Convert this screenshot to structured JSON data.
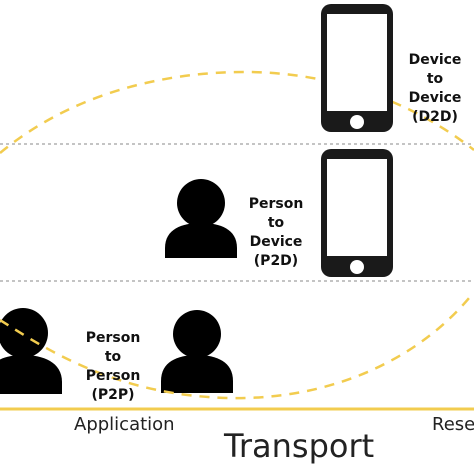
{
  "colors": {
    "accent": "#f2cc4f",
    "divider": "#8a8a8a",
    "figure": "#000000",
    "phone_frame": "#1a1a1a",
    "text": "#111111"
  },
  "icons": {
    "phone": "smartphone-icon",
    "person": "person-icon"
  },
  "rows": {
    "d2d": {
      "lines": [
        "Device",
        "to",
        "Device",
        "(D2D)"
      ]
    },
    "p2d": {
      "lines": [
        "Person",
        "to",
        "Device",
        "(P2D)"
      ]
    },
    "p2p": {
      "lines": [
        "Person",
        "to",
        "Person",
        "(P2P)"
      ]
    }
  },
  "axis": {
    "left": "Application",
    "center": "Transport",
    "right": "Rese"
  }
}
